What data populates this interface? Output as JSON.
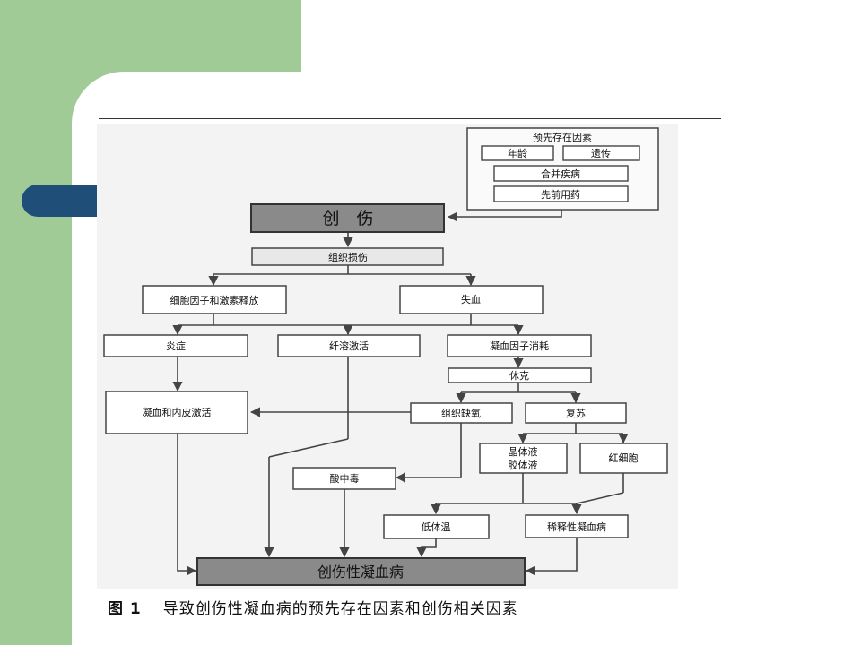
{
  "caption": {
    "label": "图 1",
    "text": "导致创伤性凝血病的预先存在因素和创伤相关因素"
  },
  "boxes": {
    "pre_title": "预先存在因素",
    "age": "年龄",
    "genetic": "遗传",
    "comorbid": "合并疾病",
    "premed": "先前用药",
    "trauma": "创　伤",
    "tissue": "组织损伤",
    "cytokine": "细胞因子和激素释放",
    "blood_loss": "失血",
    "inflammation": "炎症",
    "fibrinolysis": "纤溶激活",
    "factor_consumption": "凝血因子消耗",
    "shock": "休克",
    "coag_endo": "凝血和内皮激活",
    "hypoxia": "组织缺氧",
    "resuscitation": "复苏",
    "crystalloid": "晶体液\n胶体液",
    "rbc": "红细胞",
    "acidosis": "酸中毒",
    "hypothermia": "低体温",
    "dilution": "稀释性凝血病",
    "tic": "创伤性凝血病"
  },
  "colors": {
    "green": "#a0cb97",
    "navy": "#1f4e79",
    "dark_box": "#8a8a8a",
    "line": "#444444"
  }
}
